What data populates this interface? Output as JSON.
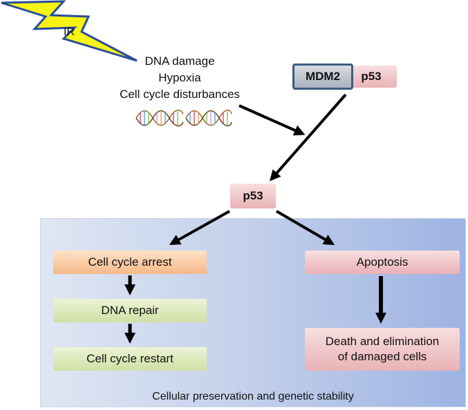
{
  "stimulus": {
    "bolt_label": "IR",
    "lines": [
      "DNA damage",
      "Hypoxia",
      "Cell cycle disturbances"
    ]
  },
  "complex": {
    "mdm2": "MDM2",
    "p53": "p53"
  },
  "center": {
    "p53": "p53"
  },
  "left_branch": {
    "arrest": "Cell cycle arrest",
    "repair": "DNA repair",
    "restart": "Cell cycle restart"
  },
  "right_branch": {
    "apoptosis": "Apoptosis",
    "death_line1": "Death and elimination",
    "death_line2": "of damaged cells"
  },
  "footer": "Cellular preservation and genetic stability",
  "icons": [
    "lightning-bolt-icon",
    "dna-helix-icon"
  ]
}
